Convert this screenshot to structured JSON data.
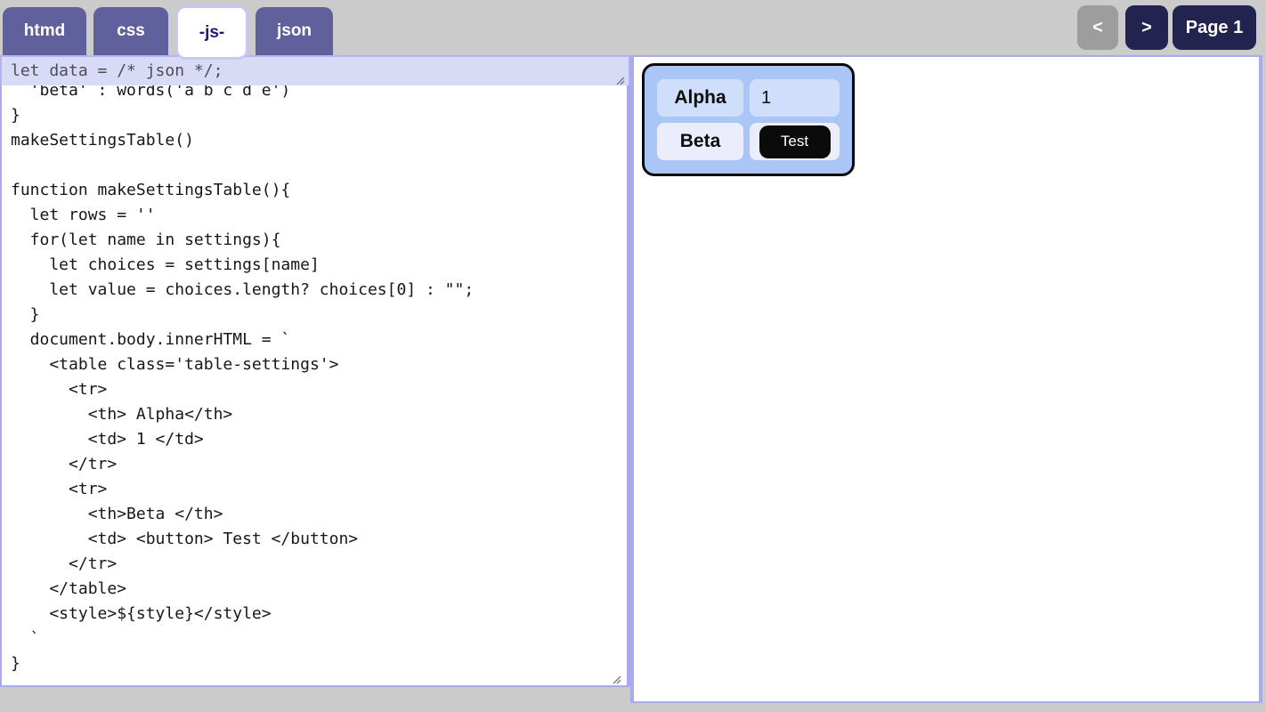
{
  "tabs": [
    {
      "label": "htmd",
      "active": false
    },
    {
      "label": "css",
      "active": false
    },
    {
      "label": "-js-",
      "active": true
    },
    {
      "label": "json",
      "active": false
    }
  ],
  "pager": {
    "prev_label": "<",
    "next_label": ">",
    "page_label": "Page 1"
  },
  "editor": {
    "data_line": "let data = /* json */;",
    "code": "  'beta' : words('a b c d e')\n}\nmakeSettingsTable()\n\nfunction makeSettingsTable(){\n  let rows = ''\n  for(let name in settings){\n    let choices = settings[name]\n    let value = choices.length? choices[0] : \"\";\n  }\n  document.body.innerHTML = `\n    <table class='table-settings'>\n      <tr>\n        <th> Alpha</th>\n        <td> 1 </td>\n      </tr>\n      <tr>\n        <th>Beta </th>\n        <td> <button> Test </button>\n      </tr>\n    </table>\n    <style>${style}</style>\n  `\n}"
  },
  "preview": {
    "table": {
      "row1_header": "Alpha",
      "row1_value": "1",
      "row2_header": "Beta",
      "row2_button_label": "Test"
    }
  },
  "colors": {
    "page_background": "#cbcbcb",
    "tab_background": "#60609d",
    "tab_active_text": "#1c1c78",
    "nav_button_background": "#232350",
    "nav_disabled_background": "#9d9d9d",
    "editor_highlight_background": "#d9daf5",
    "panel_border_accent": "#a9a9ee",
    "preview_table_background": "#a9c6f6",
    "preview_row1_cell": "#cfdffb",
    "preview_row2_cell": "#ebedfc",
    "preview_button_background": "#0b0b0b"
  }
}
